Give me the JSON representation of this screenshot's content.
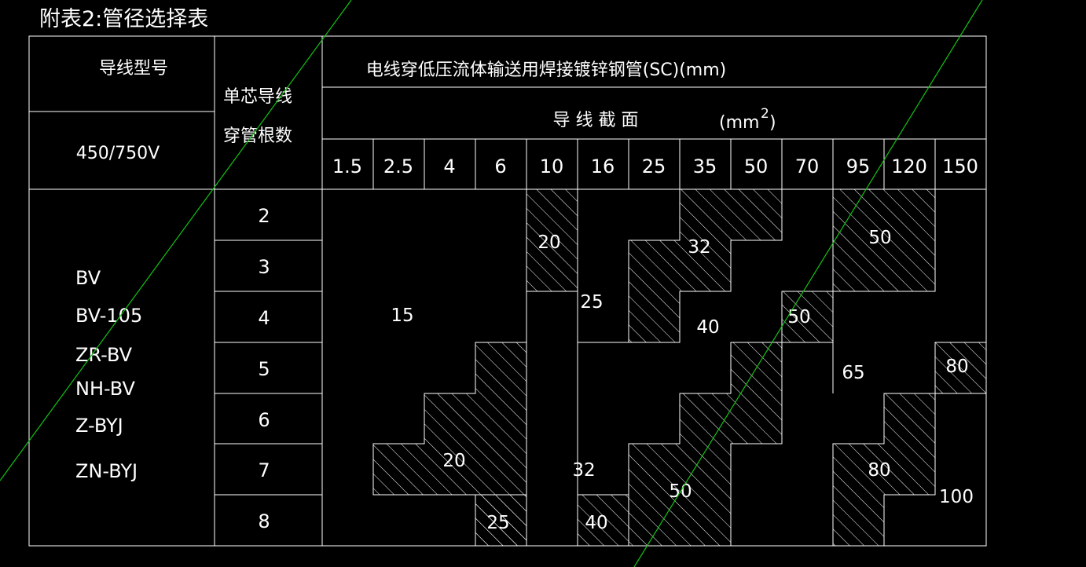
{
  "title": "附表2:管径选择表",
  "headers": {
    "wire_type": "导线型号",
    "voltage": "450/750V",
    "conductor_count": [
      "单芯导线",
      "穿管根数"
    ],
    "pipe_type": "电线穿低压流体输送用焊接镀锌钢管(SC)(mm)",
    "cross_section": "导 线 截 面",
    "cross_section_unit": "(mm",
    "cross_section_unit_sup": "2",
    "cross_section_unit_close": ")"
  },
  "cross_sections": [
    "1.5",
    "2.5",
    "4",
    "6",
    "10",
    "16",
    "25",
    "35",
    "50",
    "70",
    "95",
    "120",
    "150"
  ],
  "conductor_counts": [
    "2",
    "3",
    "4",
    "5",
    "6",
    "7",
    "8"
  ],
  "wire_models": [
    "BV",
    "BV-105",
    "ZR-BV",
    "NH-BV",
    "Z-BYJ",
    "ZN-BYJ"
  ],
  "pipe_sizes": [
    "15",
    "20",
    "25",
    "20",
    "32",
    "25",
    "40",
    "32",
    "40",
    "50",
    "50",
    "65",
    "50",
    "80",
    "80",
    "100"
  ]
}
